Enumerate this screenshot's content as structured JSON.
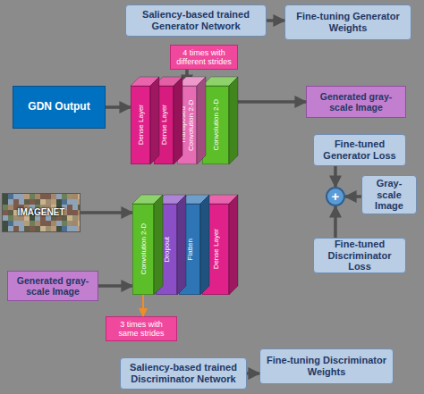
{
  "diagram": {
    "nodes": [
      {
        "text": [
          "Saliency-based trained Generator Network"
        ]
      },
      {
        "text": [
          "Fine-tuning Generator Weights"
        ]
      },
      {
        "text": [
          "GDN Output"
        ]
      },
      {
        "text": [
          "4 times with different strides"
        ]
      },
      {
        "text": [
          "Dense Layer"
        ]
      },
      {
        "text": [
          "Dense Layer"
        ]
      },
      {
        "text": [
          "Transposed Convolution 2-D"
        ]
      },
      {
        "text": [
          "Convolution 2-D"
        ]
      },
      {
        "text": [
          "Generated gray-scale Image"
        ]
      },
      {
        "text": [
          "Fine-tuned Generator Loss"
        ]
      },
      {
        "text": [
          "+"
        ]
      },
      {
        "text": [
          "Gray-scale Image"
        ]
      },
      {
        "text": [
          "Fine-tuned Discriminator Loss"
        ]
      },
      {
        "text": [
          "IMAGENET"
        ]
      },
      {
        "text": [
          "Convolution 2-D"
        ]
      },
      {
        "text": [
          "Dropout"
        ]
      },
      {
        "text": [
          "Flatten"
        ]
      },
      {
        "text": [
          "Dense Layer"
        ]
      },
      {
        "text": [
          "Generated gray-scale Image"
        ]
      },
      {
        "text": [
          "3 times with same strides"
        ]
      },
      {
        "text": [
          "Saliency-based trained Discriminator Network"
        ]
      },
      {
        "text": [
          "Fine-tuning Discriminator Weights"
        ]
      }
    ],
    "edges": [
      {
        "from": 0,
        "to": 1,
        "arrow": "to"
      },
      {
        "from": 2,
        "to": 4,
        "arrow": "to"
      },
      {
        "from": 7,
        "to": 8,
        "arrow": "to"
      },
      {
        "from": 3,
        "to": 6,
        "arrow": "to"
      },
      {
        "from": 9,
        "to": 10,
        "arrow": "to"
      },
      {
        "from": 11,
        "to": 10,
        "arrow": "to"
      },
      {
        "from": 12,
        "to": 10,
        "arrow": "to"
      },
      {
        "from": 13,
        "to": 14,
        "arrow": "to"
      },
      {
        "from": 18,
        "to": 14,
        "arrow": "to"
      },
      {
        "from": 14,
        "to": 19,
        "arrow": "to"
      },
      {
        "from": 20,
        "to": 21,
        "arrow": "to"
      }
    ]
  }
}
